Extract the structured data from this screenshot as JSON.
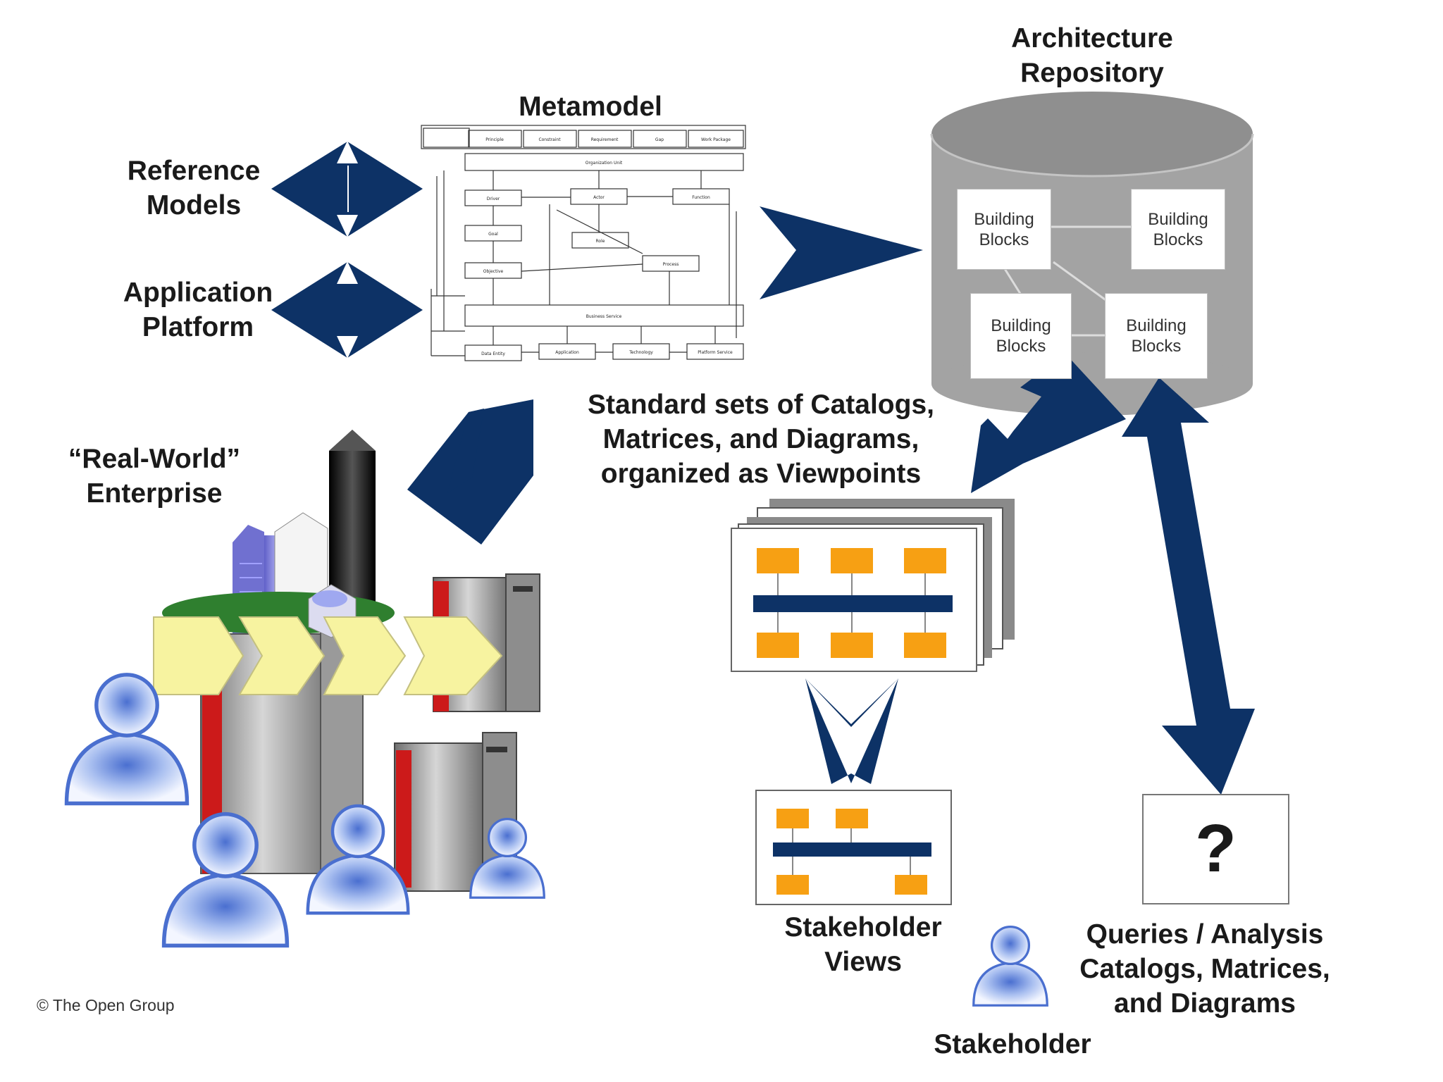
{
  "labels": {
    "reference_models": "Reference\nModels",
    "application_platform": "Application\nPlatform",
    "metamodel": "Metamodel",
    "architecture_repository": "Architecture\nRepository",
    "real_world_enterprise": "“Real-World”\nEnterprise",
    "standard_sets": "Standard sets of Catalogs,\nMatrices, and Diagrams,\norganized as Viewpoints",
    "stakeholder_views": "Stakeholder\nViews",
    "queries_analysis": "Queries / Analysis\nCatalogs, Matrices,\nand Diagrams",
    "stakeholder": "Stakeholder",
    "question_mark": "?",
    "copyright": "© The Open Group"
  },
  "building_blocks": [
    "Building\nBlocks",
    "Building\nBlocks",
    "Building\nBlocks",
    "Building\nBlocks"
  ],
  "colors": {
    "arrow_navy": "#0d3266",
    "cylinder_gray": "#a3a3a3",
    "cylinder_top": "#8f8f8f",
    "orange": "#f7a013",
    "bar_navy": "#0d3266",
    "process_yellow": "#f7f3a0",
    "person_blue": "#7f9fdc"
  },
  "icons": [
    "double-headed-arrow-icon",
    "right-arrow-icon",
    "down-arrow-icon",
    "person-icon",
    "server-icon",
    "building-icon",
    "database-cylinder-icon"
  ]
}
